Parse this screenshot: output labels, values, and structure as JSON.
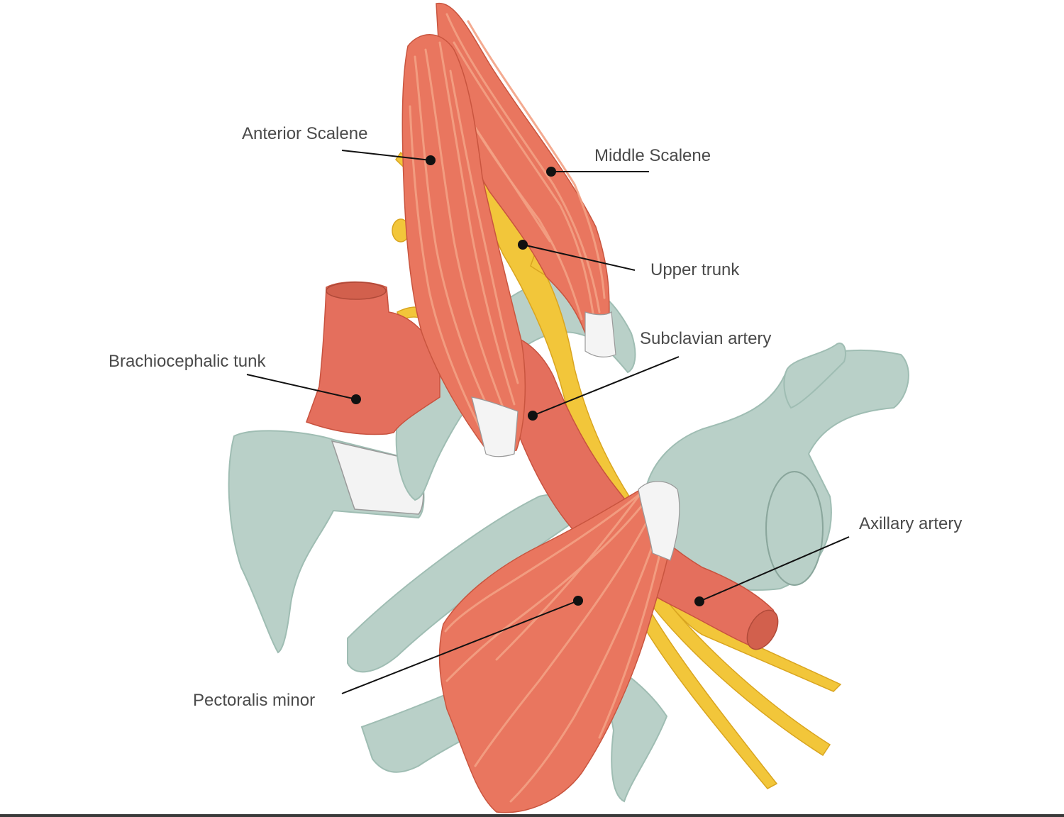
{
  "labels": {
    "anterior_scalene": "Anterior Scalene",
    "middle_scalene": "Middle Scalene",
    "upper_trunk": "Upper trunk",
    "subclavian_artery": "Subclavian artery",
    "brachiocephalic": "Brachiocephalic tunk",
    "axillary_artery": "Axillary artery",
    "pectoralis_minor": "Pectoralis minor"
  },
  "colors": {
    "bone": "#b9d0c8",
    "bone_dark": "#9fbdb3",
    "muscle": "#e9765f",
    "muscle_light": "#f3a184",
    "muscle_dark": "#c9553f",
    "nerve": "#f2c63a",
    "nerve_dark": "#d9a520",
    "artery": "#e46f5d",
    "artery_dark": "#c8523f",
    "tendon": "#f4f4f4",
    "leader": "#111111",
    "text": "#4a4a4a"
  }
}
